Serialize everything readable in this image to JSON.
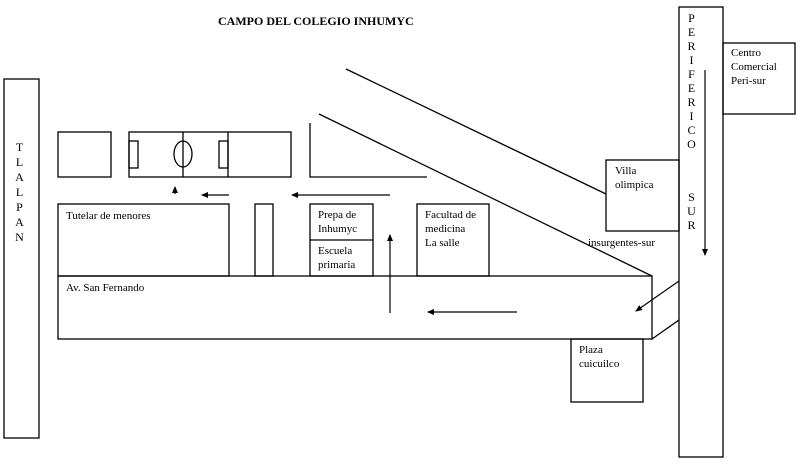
{
  "title": "CAMPO DEL COLEGIO INHUMYC",
  "streets": {
    "tlalpan": "TLALPAN",
    "periferico": "PERIFERICO",
    "sur": "SUR",
    "san_fernando": "Av. San Fernando",
    "insurgentes": "insurgentes-sur"
  },
  "places": {
    "tutelar": "Tutelar de menores",
    "prepa_line1": "Prepa de",
    "prepa_line2": "Inhumyc",
    "escuela_line1": "Escuela",
    "escuela_line2": "primaria",
    "facultad_line1": "Facultad de",
    "facultad_line2": "medicina",
    "facultad_line3": "La salle",
    "villa_line1": "Villa",
    "villa_line2": "olimpica",
    "centro_line1": "Centro",
    "centro_line2": "Comercial",
    "centro_line3": "Peri-sur",
    "plaza_line1": "Plaza",
    "plaza_line2": "cuicuilco"
  }
}
